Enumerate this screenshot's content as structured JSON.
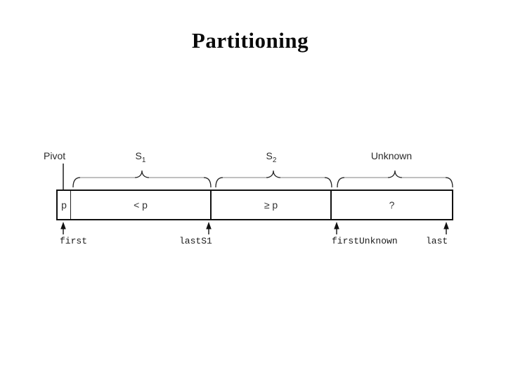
{
  "slide": {
    "title": "Partitioning"
  },
  "diagram": {
    "pivot_label": "Pivot",
    "s1": {
      "base": "S",
      "sub": "1"
    },
    "s2": {
      "base": "S",
      "sub": "2"
    },
    "unknown_label": "Unknown",
    "cells": [
      {
        "label": "p"
      },
      {
        "label": "< p"
      },
      {
        "label": "≥ p"
      },
      {
        "label": "?"
      }
    ],
    "index_labels": [
      {
        "text": "first"
      },
      {
        "text": "lastS1"
      },
      {
        "text": "firstUnknown"
      },
      {
        "text": "last"
      }
    ],
    "colors": {
      "line": "#111111",
      "brace_gray": "#9a9a9a",
      "text": "#333333"
    }
  }
}
